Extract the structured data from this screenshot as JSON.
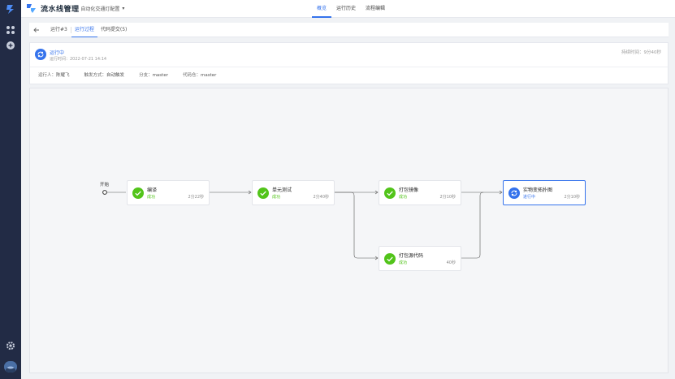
{
  "app": {
    "title": "流水线管理"
  },
  "breadcrumb": {
    "pipeline_name": "自动化交通灯配置"
  },
  "topnav": [
    {
      "label": "概览"
    },
    {
      "label": "运行历史"
    },
    {
      "label": "流程编辑"
    }
  ],
  "subbar": {
    "tabs": [
      {
        "label": "运行#3"
      },
      {
        "label": "运行过程"
      },
      {
        "label": "代码提交(5)"
      }
    ]
  },
  "run": {
    "status": "运行中",
    "start_time": "运行时间：2022-07-21 14:14",
    "duration": "持续时间：9分40秒",
    "runner_label": "运行人：",
    "runner": "陈耀飞",
    "trigger_label": "触发方式：",
    "trigger": "自动触发",
    "branch_label": "分支：",
    "branch": "master",
    "repo_label": "代码仓：",
    "repo": "master"
  },
  "flow": {
    "start_label": "开始",
    "nodes": [
      {
        "name": "编译",
        "status": "成功",
        "time": "2分22秒",
        "state": "success"
      },
      {
        "name": "单元测试",
        "status": "成功",
        "time": "2分40秒",
        "state": "success"
      },
      {
        "name": "打包镜像",
        "status": "成功",
        "time": "2分10秒",
        "state": "success"
      },
      {
        "name": "打包源代码",
        "status": "成功",
        "time": "40秒",
        "state": "success"
      },
      {
        "name": "实物变拓扑图",
        "status": "进行中",
        "time": "2分10秒",
        "state": "running"
      }
    ]
  },
  "colors": {
    "accent": "#3573ec",
    "success": "#52c41a",
    "rail": "#222b45"
  },
  "icons": {
    "logo": "pipeline-logo-icon",
    "apps": "apps-grid-icon",
    "add": "add-circle-icon",
    "settings": "gear-icon",
    "back": "arrow-left-icon",
    "running": "sync-icon",
    "success": "check-circle-icon"
  }
}
